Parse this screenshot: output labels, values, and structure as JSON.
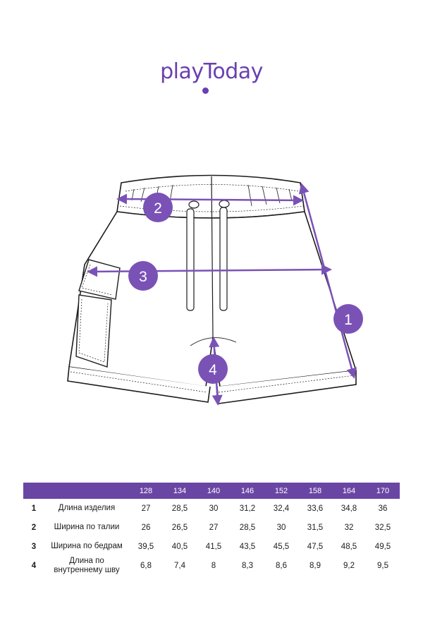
{
  "brand": {
    "logo_text": "playToday",
    "color": "#6a3fb1"
  },
  "markers": {
    "m1": "1",
    "m2": "2",
    "m3": "3",
    "m4": "4",
    "color": "#7a52b6"
  },
  "table": {
    "header_color": "#6a46a4",
    "sizes": [
      "128",
      "134",
      "140",
      "146",
      "152",
      "158",
      "164",
      "170"
    ],
    "rows": [
      {
        "num": "1",
        "label": "Длина изделия",
        "values": [
          "27",
          "28,5",
          "30",
          "31,2",
          "32,4",
          "33,6",
          "34,8",
          "36"
        ]
      },
      {
        "num": "2",
        "label": "Ширина по талии",
        "values": [
          "26",
          "26,5",
          "27",
          "28,5",
          "30",
          "31,5",
          "32",
          "32,5"
        ]
      },
      {
        "num": "3",
        "label": "Ширина по бедрам",
        "values": [
          "39,5",
          "40,5",
          "41,5",
          "43,5",
          "45,5",
          "47,5",
          "48,5",
          "49,5"
        ]
      },
      {
        "num": "4",
        "label": "Длина по внутреннему шву",
        "values": [
          "6,8",
          "7,4",
          "8",
          "8,3",
          "8,6",
          "8,9",
          "9,2",
          "9,5"
        ]
      }
    ]
  }
}
